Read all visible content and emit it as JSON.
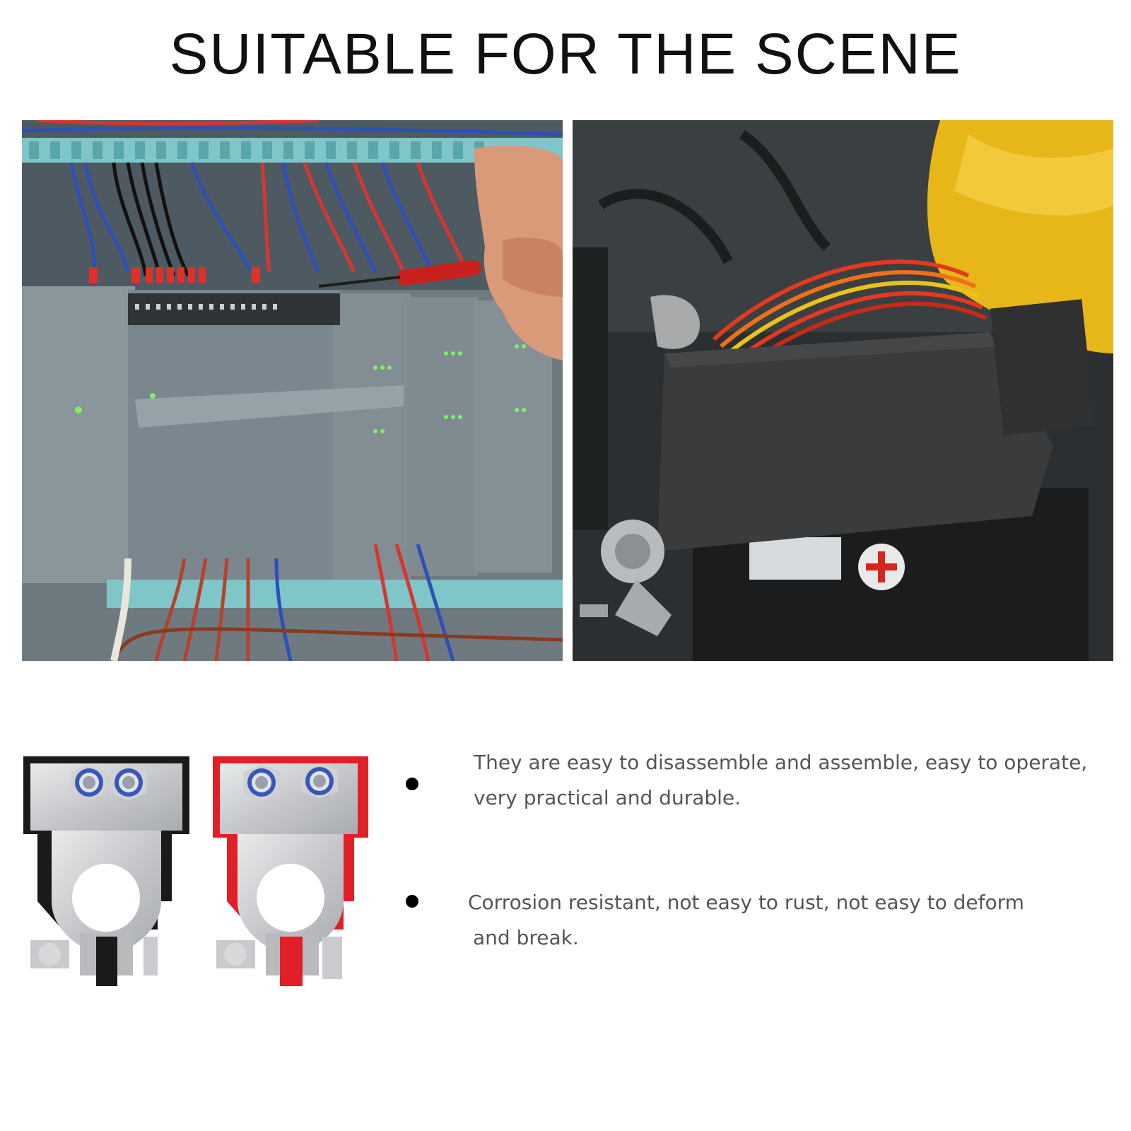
{
  "heading": "SUITABLE FOR THE SCENE",
  "photos": [
    {
      "scene": "control-panel-wiring"
    },
    {
      "scene": "car-battery-engine-bay"
    }
  ],
  "product": {
    "terminals": [
      {
        "polarity": "negative",
        "color": "#1a1a1a"
      },
      {
        "polarity": "positive",
        "color": "#e02026"
      }
    ]
  },
  "features": [
    {
      "line1": "They are easy to disassemble and assemble, easy to operate,",
      "line2": "very practical and durable."
    },
    {
      "line1": "Corrosion resistant, not easy to rust, not easy to deform",
      "line2": "and break."
    }
  ]
}
